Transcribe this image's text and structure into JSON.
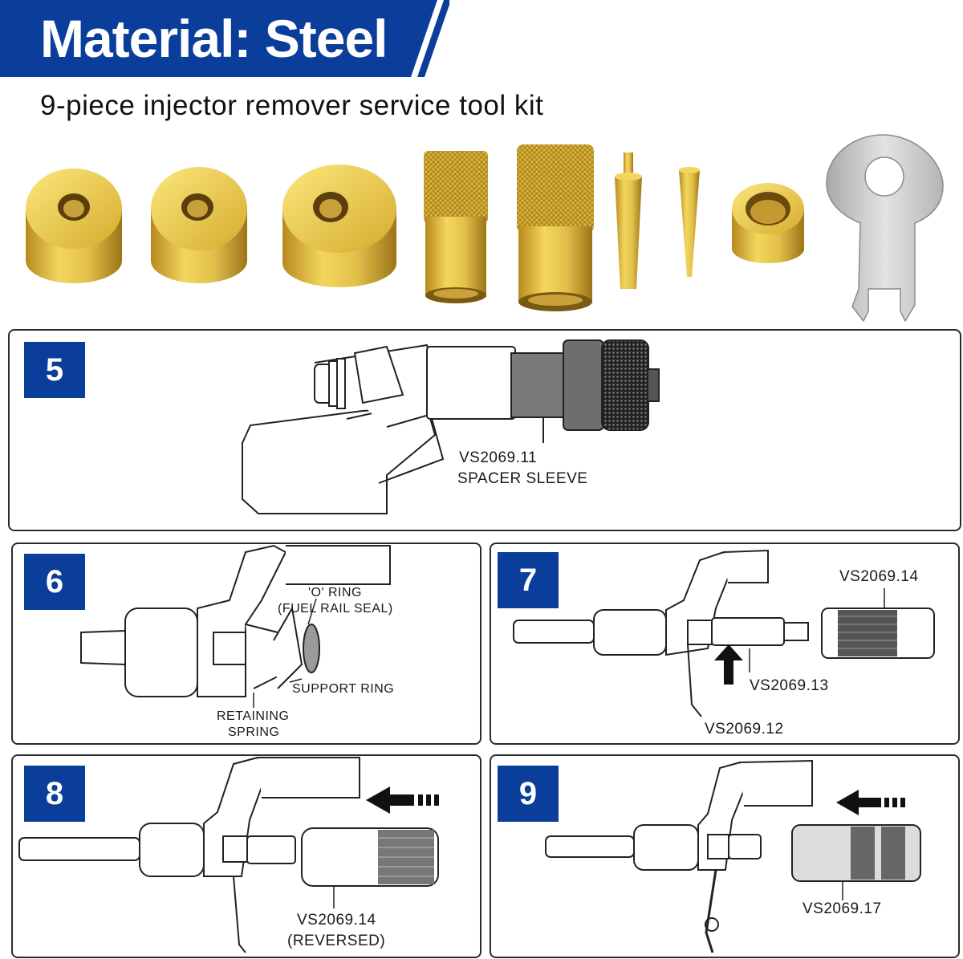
{
  "header": {
    "banner_text": "Material: Steel",
    "subtitle": "9-piece injector remover service tool kit"
  },
  "colors": {
    "banner_blue": "#0b3e9a",
    "brass": "#d9b43a",
    "steel": "#c8c8c8"
  },
  "products": [
    {
      "icon": "brass-spacer-icon"
    },
    {
      "icon": "brass-spacer-icon"
    },
    {
      "icon": "brass-spacer-icon"
    },
    {
      "icon": "knurled-sleeve-icon"
    },
    {
      "icon": "knurled-sleeve-icon"
    },
    {
      "icon": "tapered-pin-icon"
    },
    {
      "icon": "tapered-pin-icon"
    },
    {
      "icon": "brass-bushing-icon"
    },
    {
      "icon": "spanner-plate-icon"
    }
  ],
  "steps": {
    "s5": {
      "number": "5",
      "label_code": "VS2069.11",
      "label_name": "SPACER SLEEVE"
    },
    "s6": {
      "number": "6",
      "o_ring": "'O' RING",
      "fuel_rail_seal": "(FUEL RAIL SEAL)",
      "support_ring": "SUPPORT RING",
      "retaining": "RETAINING",
      "spring": "SPRING"
    },
    "s7": {
      "number": "7",
      "code_14": "VS2069.14",
      "code_13": "VS2069.13",
      "code_12": "VS2069.12"
    },
    "s8": {
      "number": "8",
      "code_14": "VS2069.14",
      "reversed": "(REVERSED)"
    },
    "s9": {
      "number": "9",
      "code_17": "VS2069.17"
    }
  }
}
